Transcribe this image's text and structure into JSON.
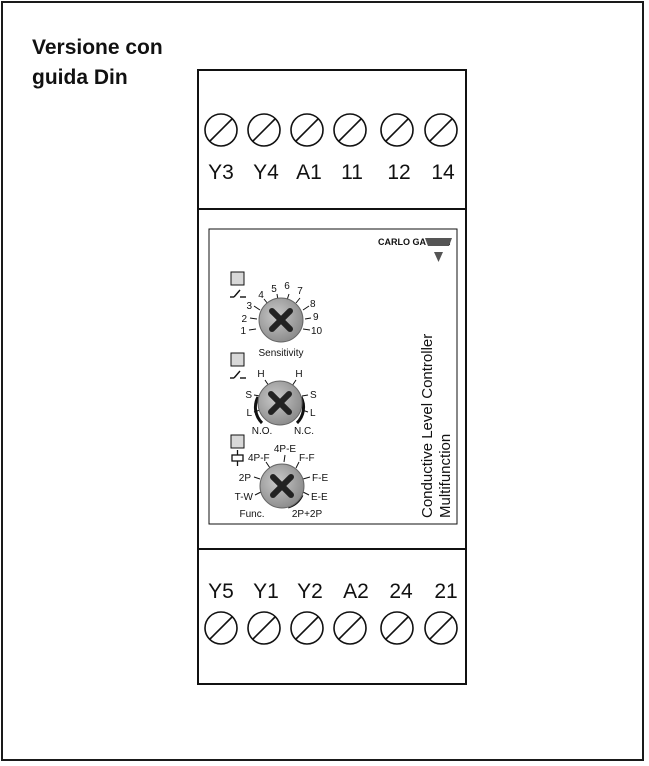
{
  "caption": {
    "line1": "Versione con",
    "line2": "guida Din"
  },
  "top_terminals": [
    "Y3",
    "Y4",
    "A1",
    "11",
    "12",
    "14"
  ],
  "bottom_terminals": [
    "Y5",
    "Y1",
    "Y2",
    "A2",
    "24",
    "21"
  ],
  "panel": {
    "brand": "CARLO GAVAZZI",
    "product_line1": "Conductive Level Controller",
    "product_line2": "Multifunction"
  },
  "knob1": {
    "caption": "Sensitivity",
    "scale": [
      "1",
      "2",
      "3",
      "4",
      "5",
      "6",
      "7",
      "8",
      "9",
      "10"
    ]
  },
  "knob2": {
    "left_labels": [
      "H",
      "S",
      "L"
    ],
    "right_labels": [
      "H",
      "S",
      "L"
    ],
    "caption_left": "N.O.",
    "caption_right": "N.C."
  },
  "knob3": {
    "left_labels": [
      "4P-F",
      "2P",
      "T-W"
    ],
    "top_labels": [
      "4P-E",
      "F-F"
    ],
    "right_labels": [
      "F-E",
      "E-E"
    ],
    "caption_left": "Func.",
    "caption_right": "2P+2P"
  }
}
